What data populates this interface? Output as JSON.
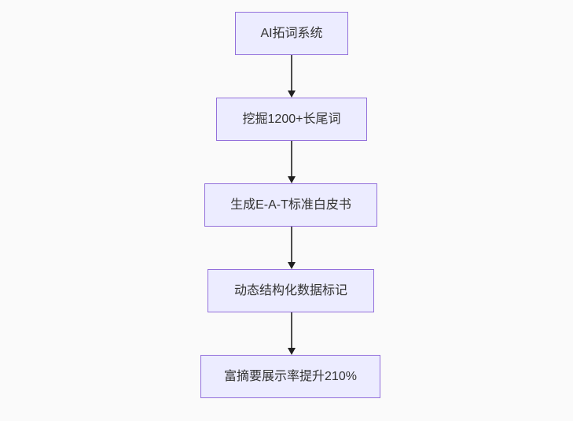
{
  "diagram": {
    "type": "flowchart",
    "direction": "top-down",
    "nodes": [
      {
        "id": "node-1",
        "label": "AI拓词系统"
      },
      {
        "id": "node-2",
        "label": "挖掘1200+长尾词"
      },
      {
        "id": "node-3",
        "label": "生成E-A-T标准白皮书"
      },
      {
        "id": "node-4",
        "label": "动态结构化数据标记"
      },
      {
        "id": "node-5",
        "label": "富摘要展示率提升210%"
      }
    ],
    "edges": [
      {
        "from": "node-1",
        "to": "node-2"
      },
      {
        "from": "node-2",
        "to": "node-3"
      },
      {
        "from": "node-3",
        "to": "node-4"
      },
      {
        "from": "node-4",
        "to": "node-5"
      }
    ],
    "colors": {
      "background": "#fafafa",
      "node_fill": "#ECECFF",
      "node_border": "#9370DB",
      "edge_line": "#4d4d4d",
      "arrowhead": "#1f1f1f",
      "text": "#333333"
    }
  }
}
